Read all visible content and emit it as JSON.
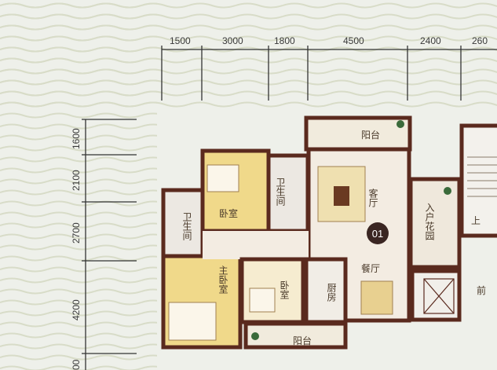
{
  "dimensions": {
    "top": [
      "1500",
      "3000",
      "1800",
      "4500",
      "2400",
      "260"
    ],
    "left": [
      "1600",
      "2100",
      "2700",
      "4200",
      "00"
    ]
  },
  "rooms": {
    "balcony_top": "阳台",
    "living_room": "客厅",
    "bedroom_1": "卧室",
    "bathroom_1": "卫生间",
    "bathroom_master": "卫生间",
    "master_bedroom": "主卧室",
    "bedroom_2": "卧室",
    "kitchen": "厨房",
    "dining_room": "餐厅",
    "balcony_bottom": "阳台",
    "entry_garden": "入户花园",
    "stair_up": "上",
    "front": "前"
  },
  "unit_badge": "01",
  "colors": {
    "wall": "#5a2a1e",
    "floor_light": "#f3ece2",
    "floor_wood": "#f0d98a",
    "badge": "#3a2622"
  }
}
